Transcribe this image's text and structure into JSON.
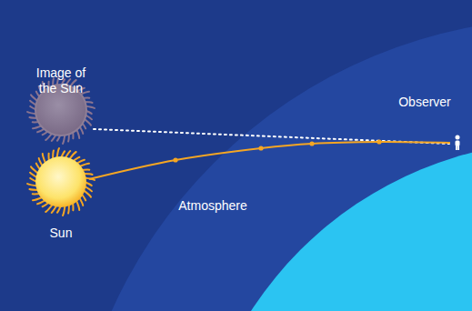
{
  "diagram": {
    "labels": [
      "Image of the Sun",
      "Observer",
      "Atmosphere",
      "Sun"
    ]
  }
}
